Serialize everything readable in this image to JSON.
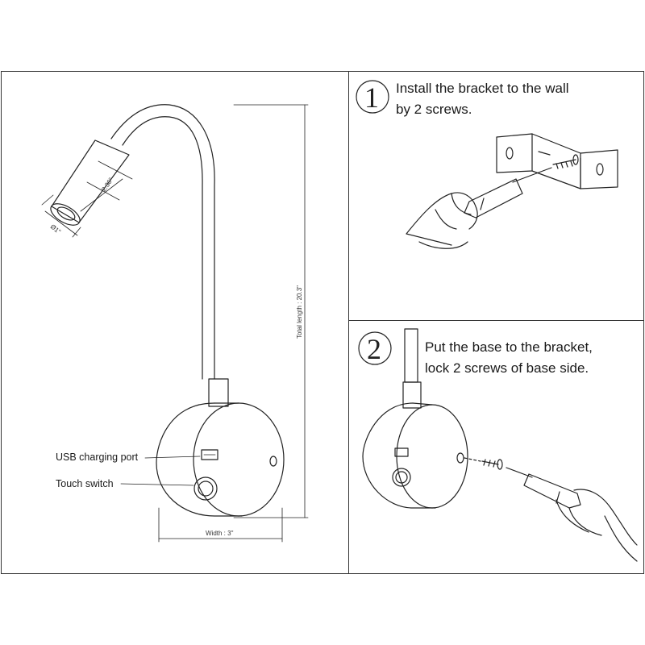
{
  "lamp": {
    "usb_label": "USB charging port",
    "touch_label": "Touch switch",
    "total_length": "Total length : 20.3\"",
    "width": "Width : 3\"",
    "head_length": "2.36\"",
    "head_diameter": "Ø1\""
  },
  "steps": [
    {
      "number": "1",
      "lines": [
        "Install the bracket to the wall",
        "by 2 screws."
      ]
    },
    {
      "number": "2",
      "lines": [
        "Put the base to the bracket,",
        "lock 2 screws of base side."
      ]
    }
  ]
}
